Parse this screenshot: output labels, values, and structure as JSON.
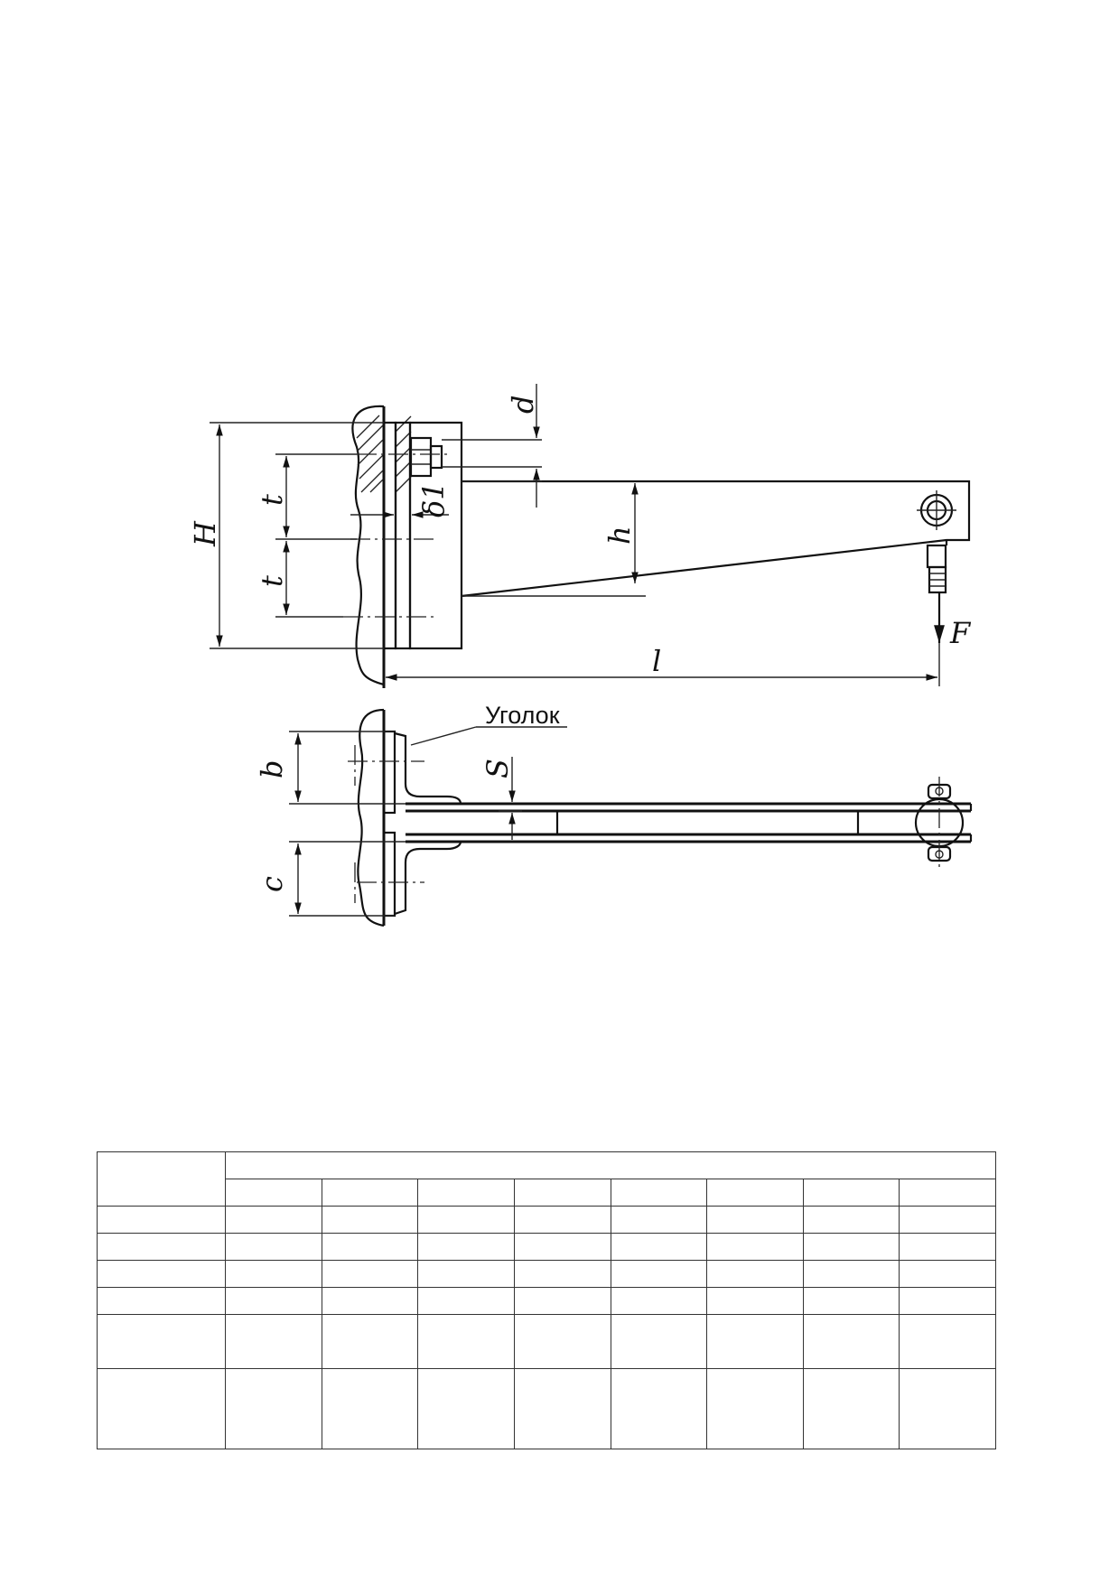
{
  "drawing": {
    "labels": {
      "d": "d",
      "H": "H",
      "t_upper": "t",
      "t_lower": "t",
      "delta1": "δ1",
      "h": "h",
      "F": "F",
      "l": "l",
      "angle": "Уголок",
      "S": "S",
      "b": "b",
      "c": "c"
    }
  },
  "table": {
    "rows": [
      [
        "",
        "",
        "",
        "",
        "",
        "",
        "",
        ""
      ],
      [
        "",
        "",
        "",
        "",
        "",
        "",
        "",
        ""
      ],
      [
        "",
        "",
        "",
        "",
        "",
        "",
        "",
        ""
      ],
      [
        "",
        "",
        "",
        "",
        "",
        "",
        "",
        ""
      ],
      [
        "",
        "",
        "",
        "",
        "",
        "",
        "",
        ""
      ],
      [
        "",
        "",
        "",
        "",
        "",
        "",
        "",
        ""
      ],
      [
        "",
        "",
        "",
        "",
        "",
        "",
        "",
        ""
      ]
    ]
  }
}
